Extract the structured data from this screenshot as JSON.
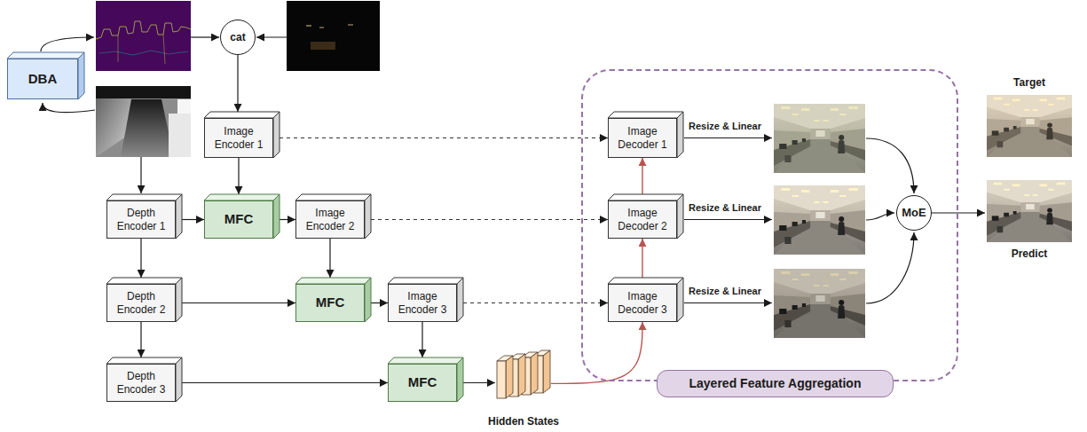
{
  "diagram": {
    "nodes": [
      {
        "text": [
          "DBA"
        ]
      },
      {
        "text": [
          "cat"
        ]
      },
      {
        "text": [
          "Image Encoder 1"
        ]
      },
      {
        "text": [
          "Depth Encoder 1"
        ]
      },
      {
        "text": [
          "MFC"
        ]
      },
      {
        "text": [
          "Image Encoder 2"
        ]
      },
      {
        "text": [
          "Depth Encoder 2"
        ]
      },
      {
        "text": [
          "MFC"
        ]
      },
      {
        "text": [
          "Image Encoder 3"
        ]
      },
      {
        "text": [
          "Depth Encoder 3"
        ]
      },
      {
        "text": [
          "MFC"
        ]
      },
      {
        "text": [
          "Hidden States"
        ]
      },
      {
        "text": [
          "Layered Feature Aggregation"
        ]
      },
      {
        "text": [
          "Image Decoder 1"
        ],
        "in": 12
      },
      {
        "text": [
          "Image Decoder 2"
        ],
        "in": 12
      },
      {
        "text": [
          "Image Decoder 3"
        ],
        "in": 12
      },
      {
        "text": [
          "MoE"
        ],
        "in": 12
      },
      {
        "text": [
          "Target"
        ]
      },
      {
        "text": [
          "Predict"
        ]
      }
    ],
    "edges": [
      {
        "from": 1,
        "to": 2,
        "arrow": "to"
      },
      {
        "from": 2,
        "to": 4,
        "arrow": "to"
      },
      {
        "from": 3,
        "to": 4,
        "arrow": "to"
      },
      {
        "from": 3,
        "to": 6,
        "arrow": "to"
      },
      {
        "from": 4,
        "to": 5,
        "arrow": "to"
      },
      {
        "from": 5,
        "to": 7,
        "arrow": "to"
      },
      {
        "from": 6,
        "to": 7,
        "arrow": "to"
      },
      {
        "from": 6,
        "to": 9,
        "arrow": "to"
      },
      {
        "from": 7,
        "to": 8,
        "arrow": "to"
      },
      {
        "from": 8,
        "to": 10,
        "arrow": "to"
      },
      {
        "from": 9,
        "to": 10,
        "arrow": "to"
      },
      {
        "from": 10,
        "to": 11,
        "arrow": "to"
      },
      {
        "from": 11,
        "to": 15,
        "arrow": "to"
      },
      {
        "from": 15,
        "to": 14,
        "arrow": "to"
      },
      {
        "from": 14,
        "to": 13,
        "arrow": "to"
      },
      {
        "from": 2,
        "to": 13,
        "arrow": "to"
      },
      {
        "from": 5,
        "to": 14,
        "arrow": "to"
      },
      {
        "from": 8,
        "to": 15,
        "arrow": "to"
      },
      {
        "from": 16,
        "to": 18,
        "arrow": "to"
      }
    ],
    "labels": [
      "Resize & Linear",
      "Resize & Linear",
      "Resize & Linear"
    ]
  }
}
